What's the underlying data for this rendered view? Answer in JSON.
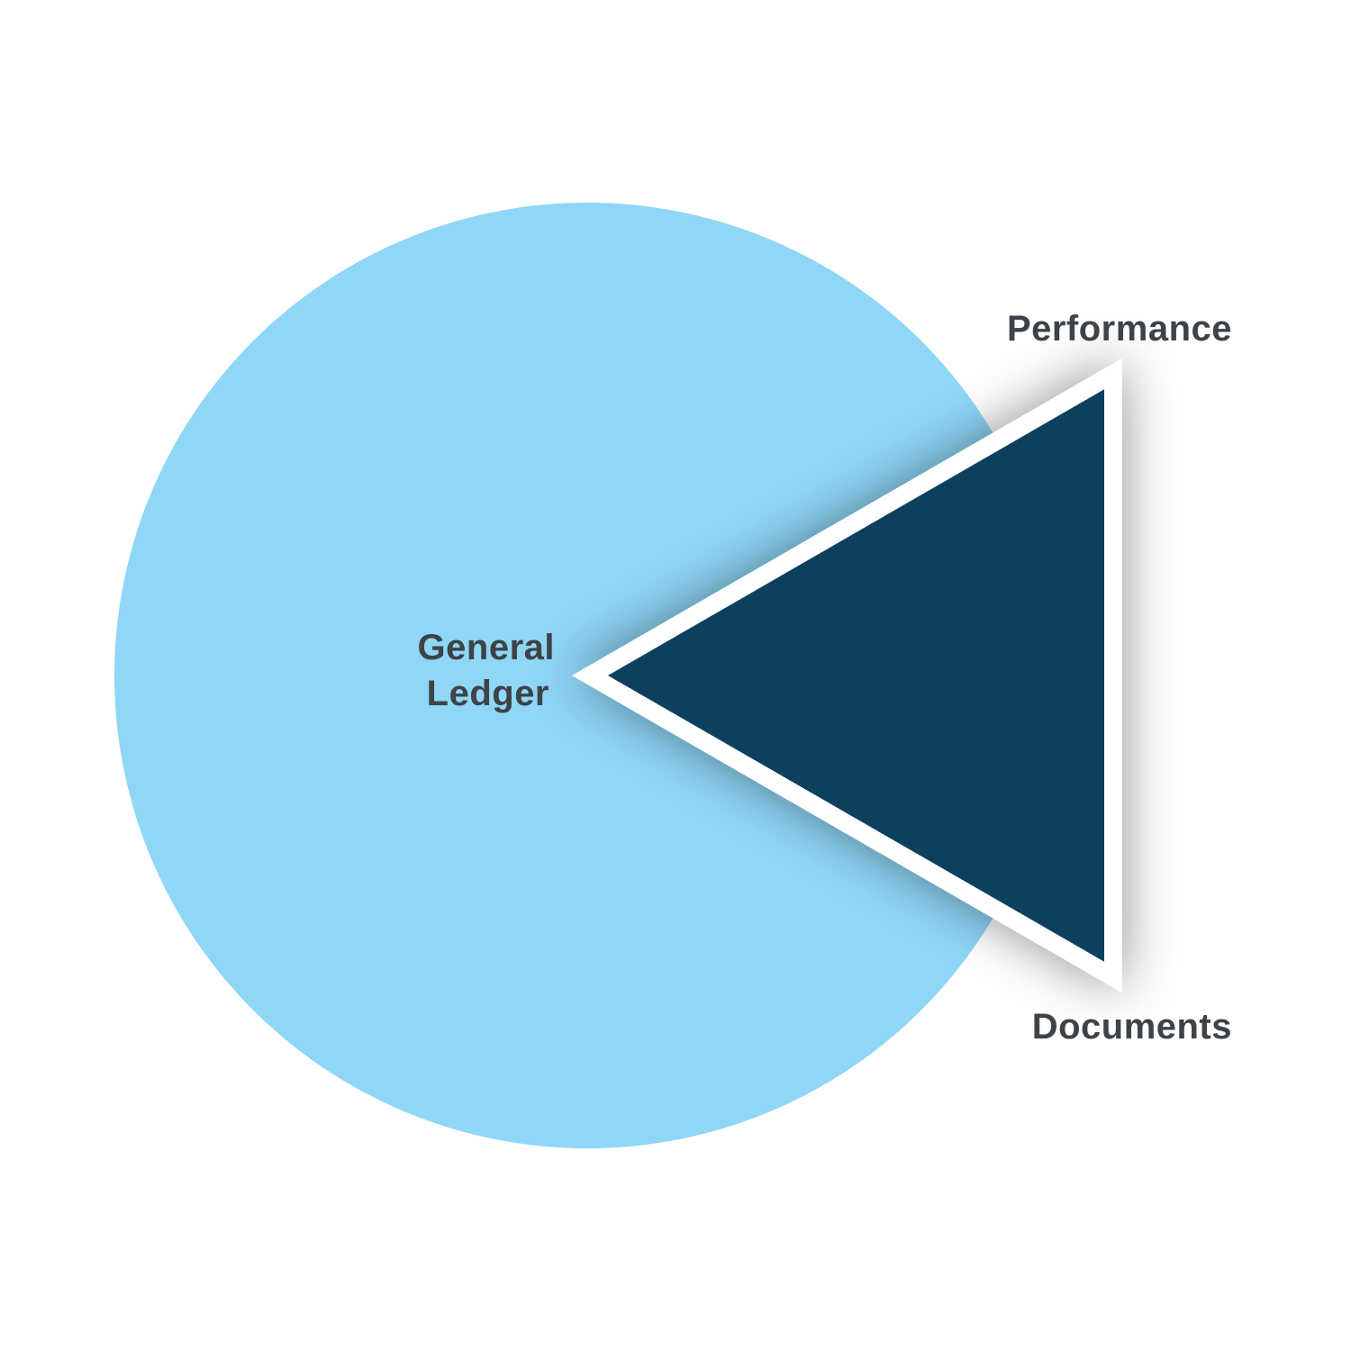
{
  "diagram": {
    "labels": {
      "general_ledger_line1": "General",
      "general_ledger_line2": "Ledger",
      "performance": "Performance",
      "documents": "Documents"
    },
    "colors": {
      "circle_fill": "#8fd6f7",
      "triangle_fill": "#0a3f5f",
      "triangle_border": "#ffffff",
      "label_text": "#3d4347",
      "background": "#ffffff"
    }
  }
}
